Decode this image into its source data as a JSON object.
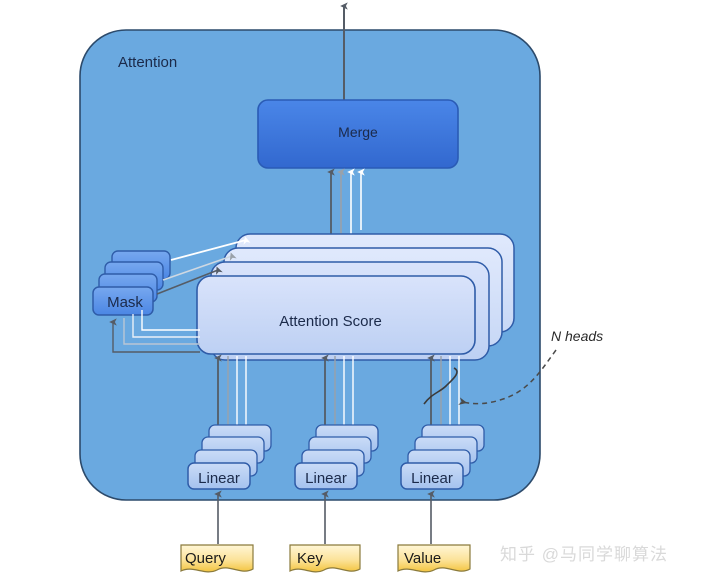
{
  "diagram": {
    "title": "Attention",
    "container_label": "Attention",
    "annotation": "N heads",
    "watermark": "知乎 @马同学聊算法"
  },
  "blocks": {
    "merge": {
      "label": "Merge",
      "stack_count": 1
    },
    "attention_score": {
      "label": "Attention Score",
      "stack_count": 4
    },
    "mask": {
      "label": "Mask",
      "stack_count": 4
    },
    "linear": [
      {
        "label": "Linear",
        "stack_count": 4,
        "input": "Query"
      },
      {
        "label": "Linear",
        "stack_count": 4,
        "input": "Key"
      },
      {
        "label": "Linear",
        "stack_count": 4,
        "input": "Value"
      }
    ]
  },
  "inputs": [
    {
      "label": "Query"
    },
    {
      "label": "Key"
    },
    {
      "label": "Value"
    }
  ],
  "colors": {
    "container_fill": "#6aa9e0",
    "container_stroke": "#2c4a6b",
    "merge_fill": "#3b76d8",
    "merge_stroke": "#2a5bb5",
    "score_fill": "#c3d3f5",
    "score_fill_light": "#d5e1fa",
    "score_stroke": "#2f5ca8",
    "mask_fill": "#5b93e8",
    "mask_stroke": "#2f5ca8",
    "linear_fill": "#adc8f0",
    "linear_stroke": "#2f5ca8",
    "note_fill_top": "#fff3c4",
    "note_fill_bottom": "#f5c842",
    "note_stroke": "#8a7a3c",
    "arrow_dark": "#555c66",
    "arrow_gray": "#8d949c",
    "arrow_white": "#ffffff",
    "annotation_stroke": "#4a4a4a",
    "watermark": "#d9d9d9"
  }
}
